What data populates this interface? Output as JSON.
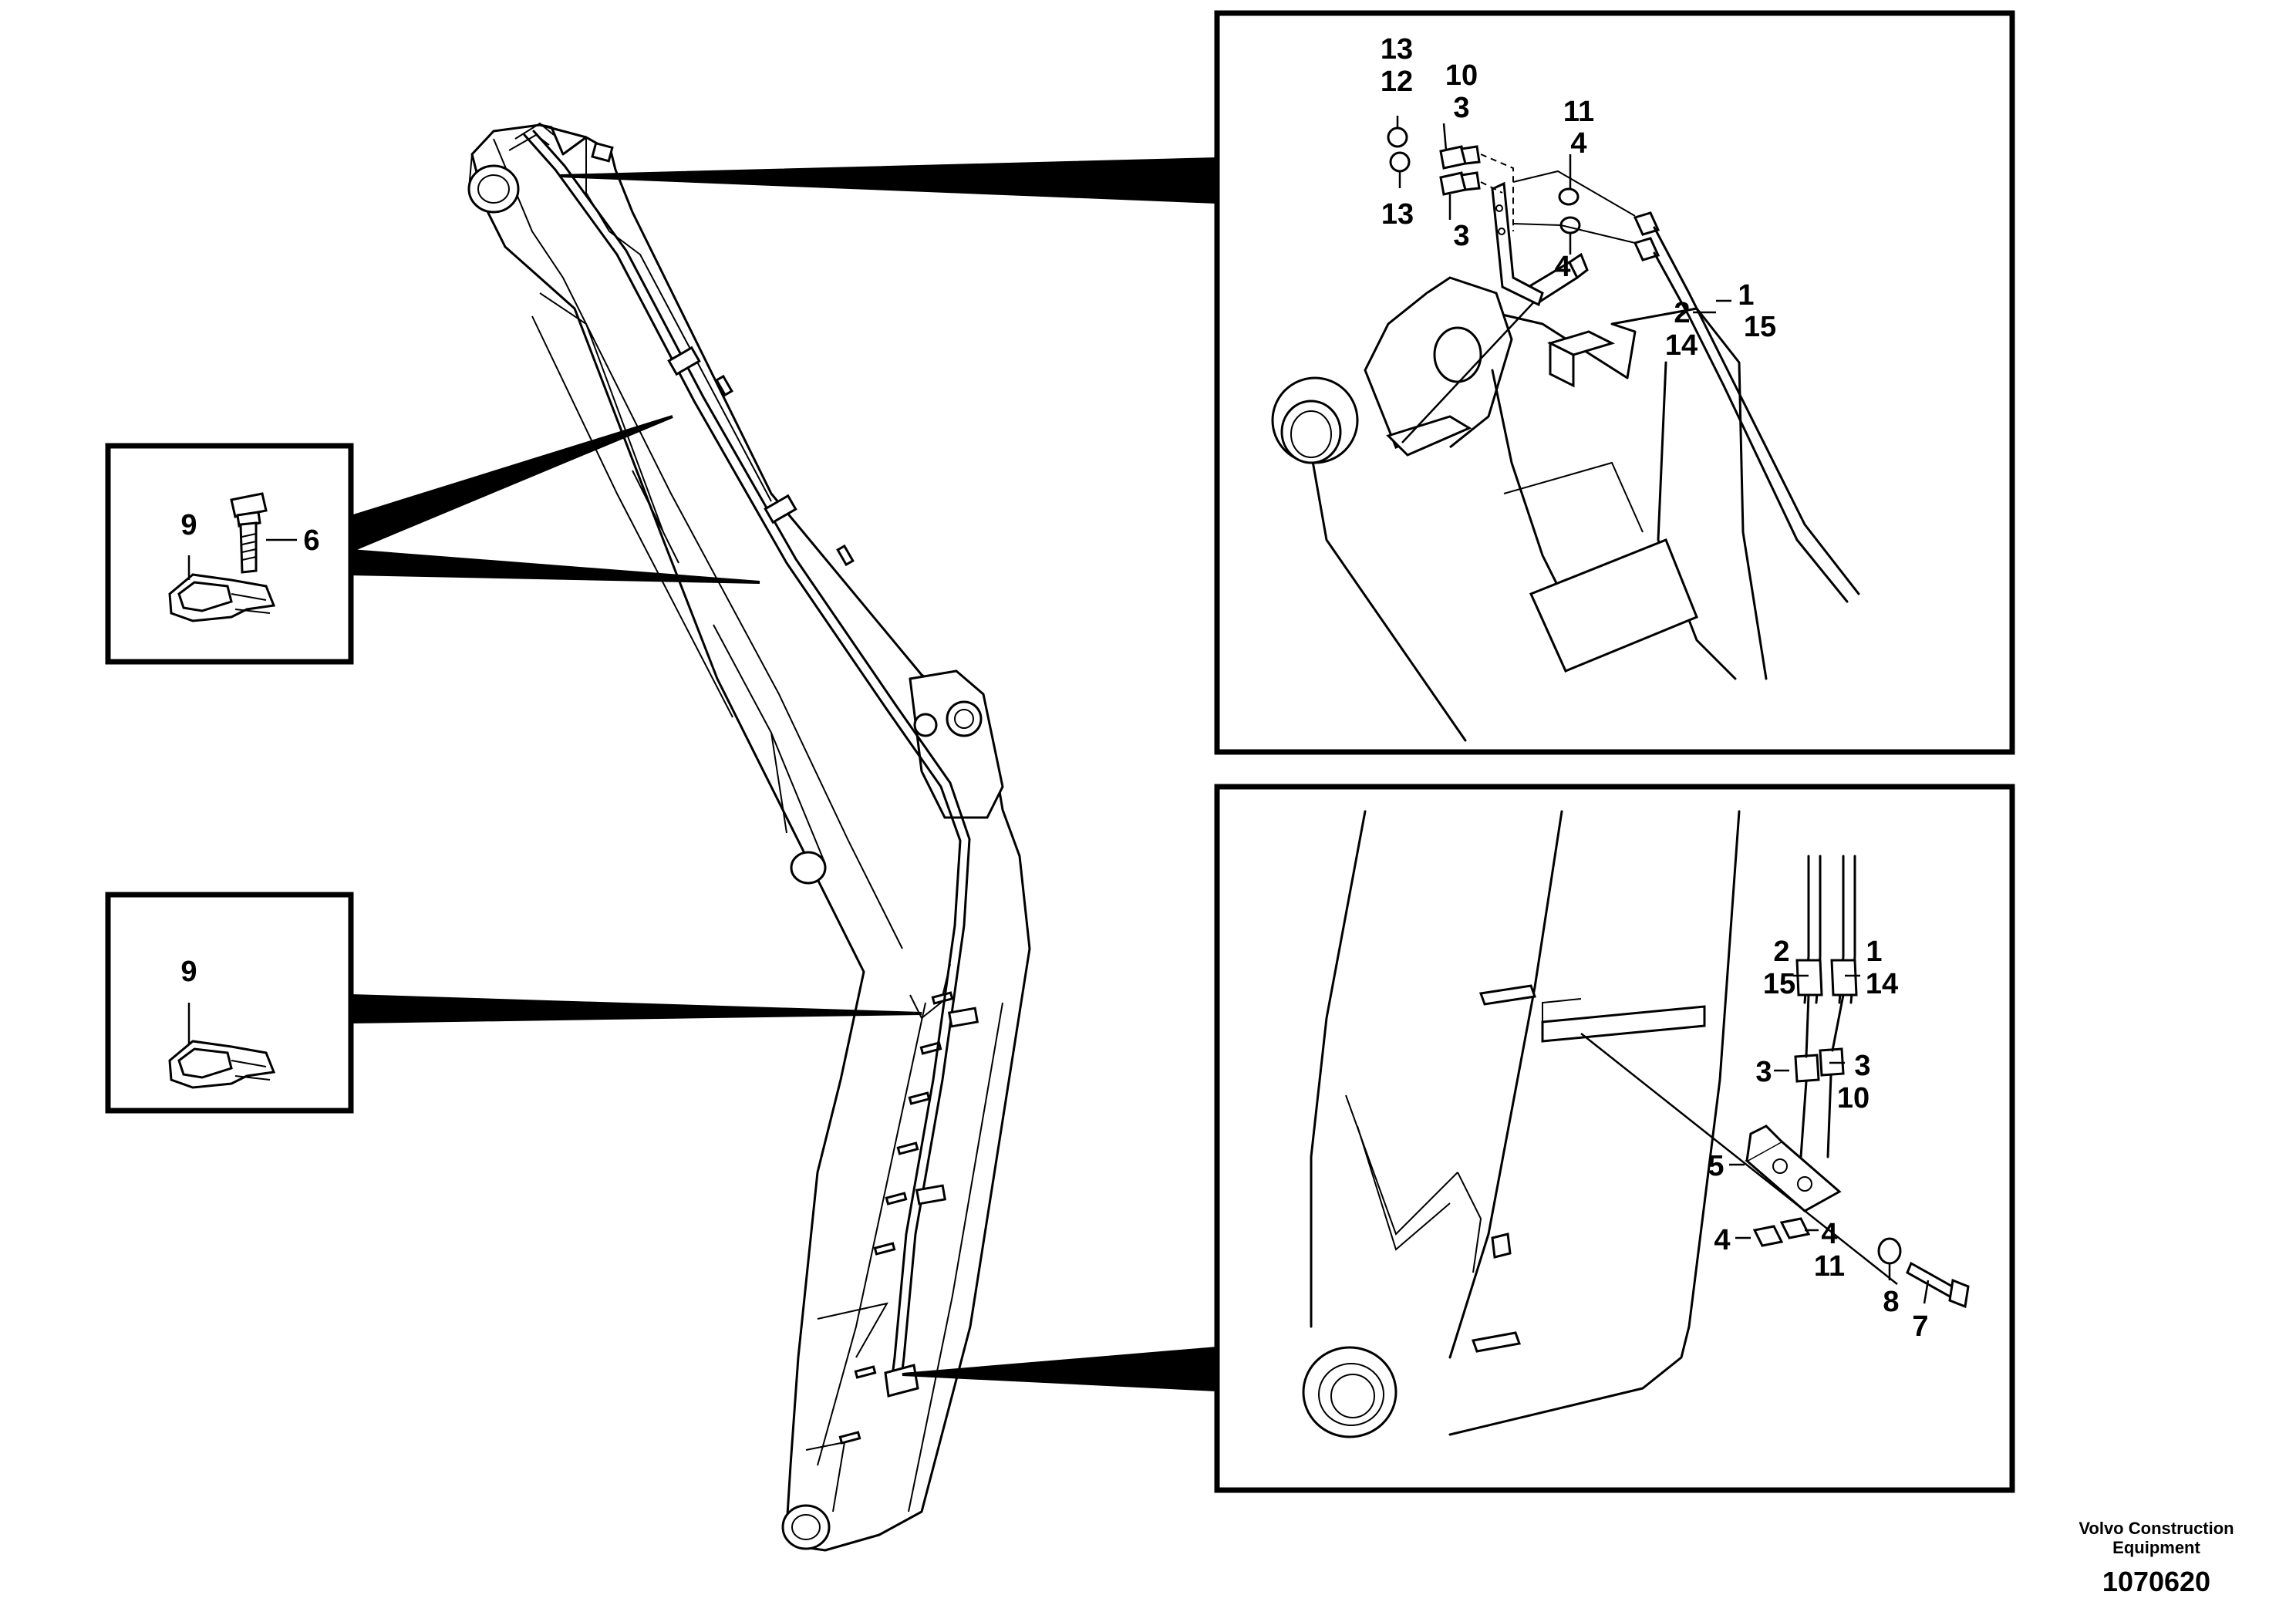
{
  "diagram": {
    "top_detail_labels": {
      "l13a": "13",
      "l12": "12",
      "l10": "10",
      "l3a": "3",
      "l11": "11",
      "l4a": "4",
      "l13b": "13",
      "l3b": "3",
      "l4b": "4",
      "l2": "2",
      "l1": "1",
      "l14": "14",
      "l15": "15"
    },
    "bottom_detail_labels": {
      "l2": "2",
      "l1": "1",
      "l15": "15",
      "l14": "14",
      "l3a": "3",
      "l3b": "3",
      "l10": "10",
      "l5": "5",
      "l4a": "4",
      "l4b": "4",
      "l11": "11",
      "l8": "8",
      "l7": "7"
    },
    "clamp_bolt_labels": {
      "l9": "9",
      "l6": "6"
    },
    "clamp_labels": {
      "l9": "9"
    },
    "credit": {
      "line1": "Volvo Construction",
      "line2": "Equipment",
      "code": "1070620"
    }
  }
}
